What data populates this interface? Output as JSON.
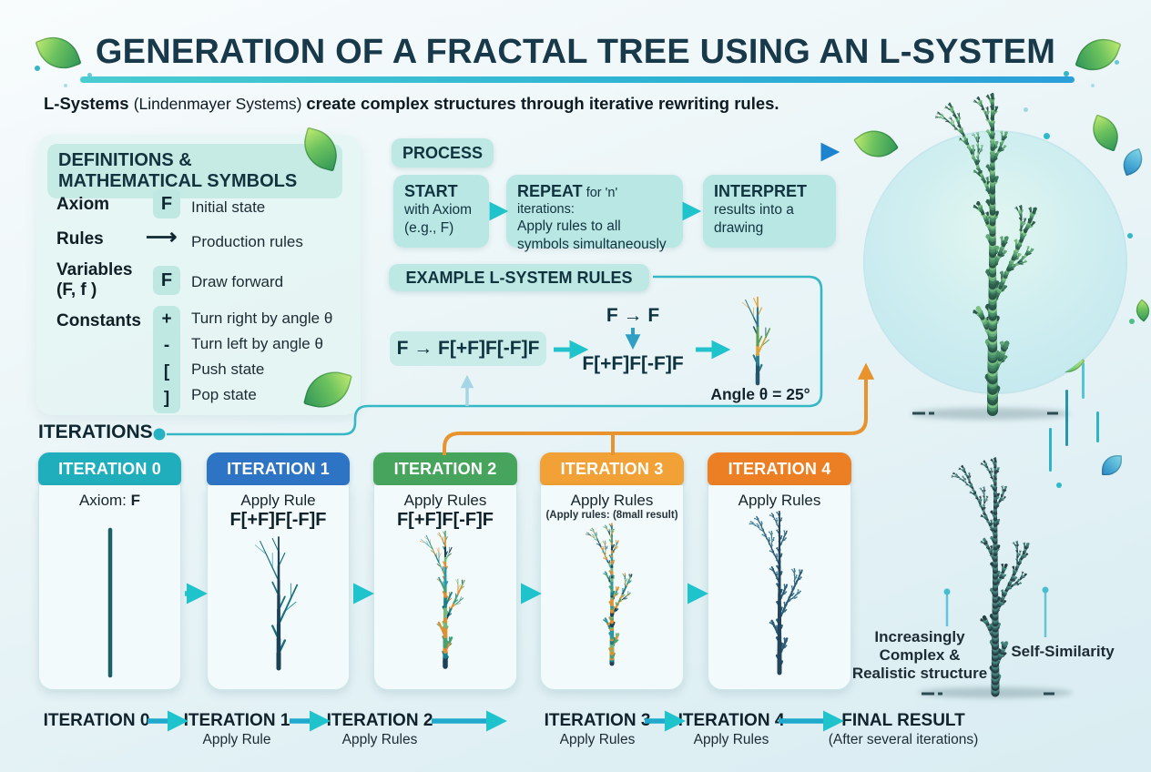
{
  "header": {
    "title": "GENERATION OF A FRACTAL TREE USING AN L-SYSTEM",
    "subtitle": {
      "lead": "L-Systems ",
      "paren": "(Lindenmayer Systems) ",
      "rest": "create complex structures through iterative rewriting rules."
    }
  },
  "definitions": {
    "title_line1": "DEFINITIONS &",
    "title_line2": "MATHEMATICAL SYMBOLS",
    "rows": [
      {
        "term": "Axiom",
        "symbol": "F",
        "desc": "Initial state"
      },
      {
        "term": "Rules",
        "symbol": "⟶",
        "desc": "Production rules"
      },
      {
        "term": "Variables",
        "term2": "(F, f )",
        "symbol": "F",
        "desc": "Draw forward"
      },
      {
        "term": "Constants",
        "entries": [
          {
            "symbol": "+",
            "desc": "Turn right by angle θ"
          },
          {
            "symbol": "-",
            "desc": "Turn left by angle θ"
          },
          {
            "symbol": "[",
            "desc": "Push state"
          },
          {
            "symbol": "]",
            "desc": "Pop state"
          }
        ]
      }
    ]
  },
  "process": {
    "label": "PROCESS",
    "steps": [
      {
        "title": "START",
        "lines": [
          "with Axiom",
          "(e.g., F)"
        ]
      },
      {
        "title": "REPEAT",
        "suffix": " for 'n' iterations:",
        "lines": [
          "Apply rules to all",
          "symbols simultaneously"
        ]
      },
      {
        "title": "INTERPRET",
        "lines": [
          "results into a",
          "drawing"
        ]
      }
    ]
  },
  "example": {
    "label": "EXAMPLE L-SYSTEM RULES",
    "rule": "F → F[+F]F[-F]F",
    "derivation_top": "F → F",
    "derivation_bottom": "F[+F]F[-F]F",
    "angle_label": "Angle θ = 25°"
  },
  "iterations_label": "ITERATIONS",
  "cards": [
    {
      "title": "ITERATION 0",
      "color": "#21aebc",
      "line1": "Axiom: ",
      "line1_bold": "F"
    },
    {
      "title": "ITERATION 1",
      "color": "#2e74c4",
      "line1": "Apply Rule",
      "line2": "F[+F]F[-F]F"
    },
    {
      "title": "ITERATION 2",
      "color": "#47a45d",
      "line1": "Apply Rules",
      "line2": "F[+F]F[-F]F"
    },
    {
      "title": "ITERATION 3",
      "color": "#f1a135",
      "line1": "Apply Rules",
      "line2_small": "(Apply rules: (8mall result)"
    },
    {
      "title": "ITERATION 4",
      "color": "#ec7e24",
      "line1": "Apply Rules"
    }
  ],
  "annotations": {
    "complex": [
      "Increasingly",
      "Complex &",
      "Realistic structure"
    ],
    "self_similarity": "Self-Similarity"
  },
  "timeline": {
    "items": [
      {
        "label": "ITERATION 0",
        "sub": ""
      },
      {
        "label": "ITERATION 1",
        "sub": "Apply Rule"
      },
      {
        "label": "ITERATION 2",
        "sub": "Apply Rules"
      },
      {
        "label": "ITERATION 3",
        "sub": "Apply Rules"
      },
      {
        "label": "ITERATION 4",
        "sub": "Apply Rules"
      },
      {
        "label": "FINAL RESULT",
        "sub": "(After several iterations)"
      }
    ]
  },
  "lsystem": {
    "axiom": "F",
    "rule_lhs": "F",
    "rule_rhs": "F[+F]F[-F]F",
    "angle_deg": 25,
    "trees": {
      "card0": {
        "n": 0,
        "palette": "mono_teal"
      },
      "card1": {
        "n": 2,
        "palette": "navy_teal"
      },
      "card2": {
        "n": 3,
        "palette": "mixed",
        "mix": true
      },
      "card3": {
        "n": 4,
        "palette": "mixed",
        "mix": true
      },
      "card4": {
        "n": 5,
        "palette": "dark_dense"
      },
      "example": {
        "n": 2,
        "palette": "example_mix",
        "mix": true
      },
      "big_top": {
        "n": 5,
        "palette": "green_big",
        "mix": true,
        "angle": 24
      },
      "big_bottom": {
        "n": 5,
        "palette": "slate_big",
        "mix": true
      }
    },
    "palettes": {
      "mono_teal": [
        "#1b5f6b"
      ],
      "navy_teal": [
        "#1c4156",
        "#176f7e",
        "#2a98a6",
        "#35b3bd"
      ],
      "mixed": [
        "#1d4059",
        "#17818d",
        "#e2902f",
        "#4c9f70",
        "#2a98a6",
        "#e2902f",
        "#74b87a"
      ],
      "dark_dense": [
        "#24455c",
        "#2d5a74",
        "#336a86",
        "#3a7a94"
      ],
      "green_big": [
        "#2a5547",
        "#2f6350",
        "#3b7a5c",
        "#4b9068",
        "#62aa77",
        "#7cc084"
      ],
      "slate_big": [
        "#263f45",
        "#2e5356",
        "#38696a",
        "#47827b",
        "#579a8a"
      ],
      "example_mix": [
        "#24566b",
        "#2b7b8c",
        "#e0a33c",
        "#5d9e52"
      ]
    }
  },
  "colors": {
    "accent_teal": "#22c0c9",
    "accent_blue": "#1d83cf",
    "accent_orange": "#e8932e",
    "panel_teal": "#c6ebe5",
    "header_dark": "#17394a"
  }
}
